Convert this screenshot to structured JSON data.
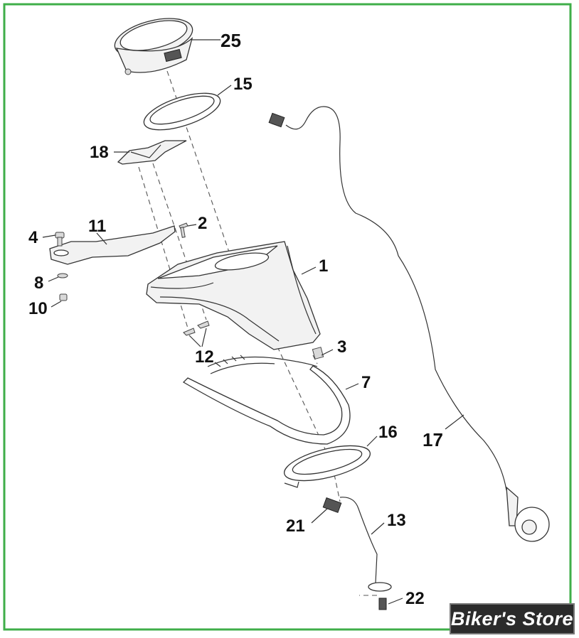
{
  "colors": {
    "border": "#3fae49",
    "line": "#333333",
    "badge_bg": "#2b2b2b",
    "badge_text": "#ffffff"
  },
  "parts": {
    "p25": "25",
    "p15": "15",
    "p18": "18",
    "p4": "4",
    "p11": "11",
    "p2": "2",
    "p1": "1",
    "p8": "8",
    "p10": "10",
    "p12": "12",
    "p3": "3",
    "p7": "7",
    "p16": "16",
    "p17": "17",
    "p21": "21",
    "p13": "13",
    "p22": "22"
  },
  "watermark": "Biker's Store"
}
